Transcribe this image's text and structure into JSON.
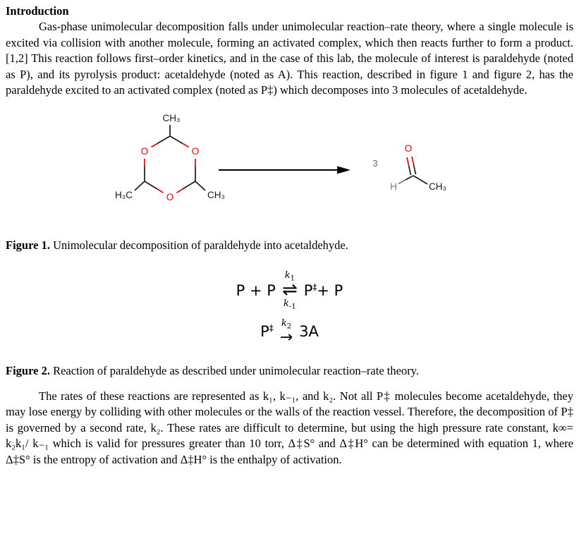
{
  "colors": {
    "oxygen_red": "#f00000",
    "hydrogen_gray": "#7a7a7a",
    "coefficient_blue_gray": "#5b6b7b",
    "text_black": "#000000"
  },
  "document": {
    "heading": "Introduction",
    "paragraph1": "Gas-phase unimolecular decomposition falls under unimolecular reaction–rate theory, where a single molecule is excited via collision with another molecule, forming an activated complex, which then reacts further to form a product. [1,2] This reaction follows first–order kinetics, and in the case of this lab, the molecule of interest is paraldehyde (noted as P), and its pyrolysis product: acetaldehyde (noted as A). This reaction, described in figure 1 and figure 2, has the paraldehyde excited to an activated complex (noted as P‡) which decomposes into 3 molecules of acetaldehyde.",
    "figure1_caption": {
      "label": "Figure 1.",
      "text": " Unimolecular decomposition of paraldehyde into acetaldehyde."
    },
    "figure2_caption": {
      "label": "Figure 2.",
      "text": " Reaction of paraldehyde as described under unimolecular reaction–rate theory."
    },
    "paragraph2": "The rates of these reactions are represented as k₁, k₋₁, and k₂. Not all P‡ molecules become acetaldehyde, they may lose energy by colliding with other molecules or the walls of the reaction vessel. Therefore, the decomposition of P‡ is governed by a second rate, k₂. These rates are difficult to determine, but using the high pressure rate constant, k∞= k₂k₁/ k₋₁ which is valid for pressures greater than 10 torr, Δ‡S° and Δ‡H° can be determined with equation 1, where Δ‡S° is the entropy of activation and Δ‡H° is the enthalpy of activation."
  },
  "figure1": {
    "paraldehyde": {
      "top_methyl": "CH₃",
      "left_methyl": "H₃C",
      "right_methyl": "CH₃",
      "oxygen": "O"
    },
    "coefficient": "3",
    "acetaldehyde": {
      "oxygen": "O",
      "hydrogen": "H",
      "methyl": "CH₃"
    }
  },
  "figure2": {
    "eq1": {
      "left": "P + P",
      "k_forward": "k",
      "k_forward_sub": "1",
      "k_reverse": "k",
      "k_reverse_sub": "-1",
      "harpoons": "⇌",
      "right_base": "P",
      "right_sup": "‡",
      "right_tail": "+ P"
    },
    "eq2": {
      "left_base": "P",
      "left_sup": "‡",
      "k_base": "k",
      "k_sub": "2",
      "arrow": "→",
      "right": "3A"
    }
  }
}
